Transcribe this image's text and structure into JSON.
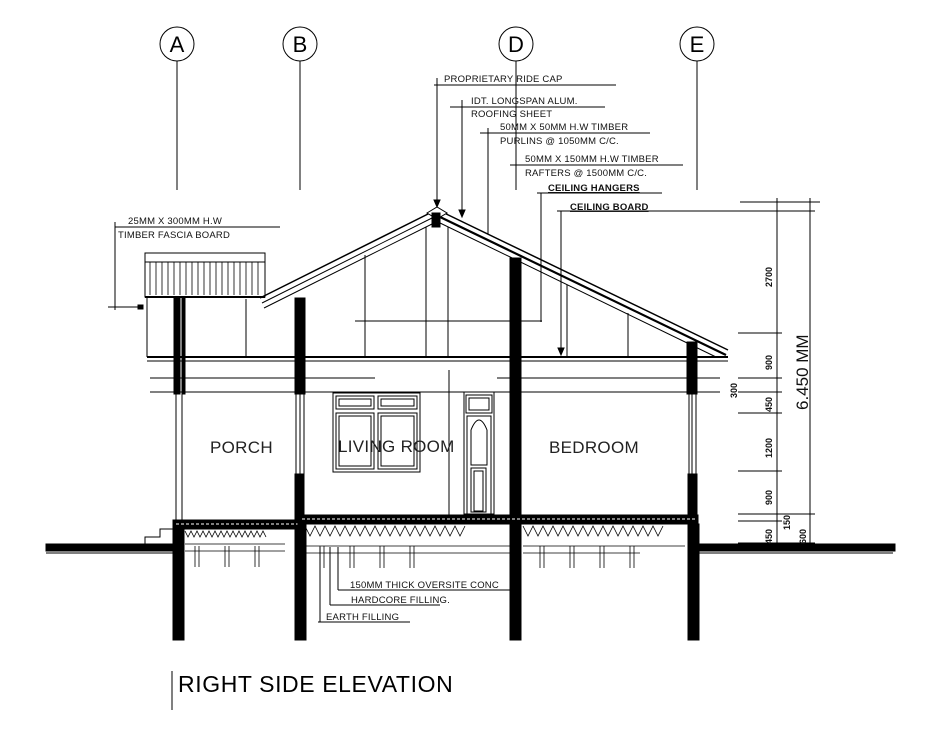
{
  "drawing": {
    "title": "RIGHT SIDE ELEVATION",
    "grid_lines": [
      {
        "id": "A",
        "label": "A"
      },
      {
        "id": "B",
        "label": "B"
      },
      {
        "id": "D",
        "label": "D"
      },
      {
        "id": "E",
        "label": "E"
      }
    ],
    "rooms": [
      {
        "name": "PORCH"
      },
      {
        "name": "LIVING ROOM"
      },
      {
        "name": "BEDROOM"
      }
    ],
    "roof_annotations": [
      {
        "line1": "PROPRIETARY RIDE CAP",
        "line2": ""
      },
      {
        "line1": "IDT. LONGSPAN ALUM.",
        "line2": "ROOFING SHEET"
      },
      {
        "line1": "50MM X 50MM H.W TIMBER",
        "line2": "PURLINS @ 1050MM C/C."
      },
      {
        "line1": "50MM X 150MM H.W TIMBER",
        "line2": "RAFTERS @ 1500MM C/C."
      },
      {
        "line1": "CEILING HANGERS",
        "line2": ""
      },
      {
        "line1": "CEILING BOARD",
        "line2": ""
      }
    ],
    "fascia_annotation": {
      "line1": "25MM X 300MM H.W",
      "line2": "TIMBER FASCIA BOARD"
    },
    "foundation_annotations": [
      {
        "label": "150MM THICK OVERSITE CONC"
      },
      {
        "label": "HARDCORE FILLING."
      },
      {
        "label": "EARTH FILLING"
      }
    ],
    "dimensions": {
      "total_height": "6.450 MM",
      "chain": [
        "2700",
        "900",
        "300",
        "450",
        "1200",
        "900",
        "150",
        "450",
        "600"
      ]
    }
  }
}
